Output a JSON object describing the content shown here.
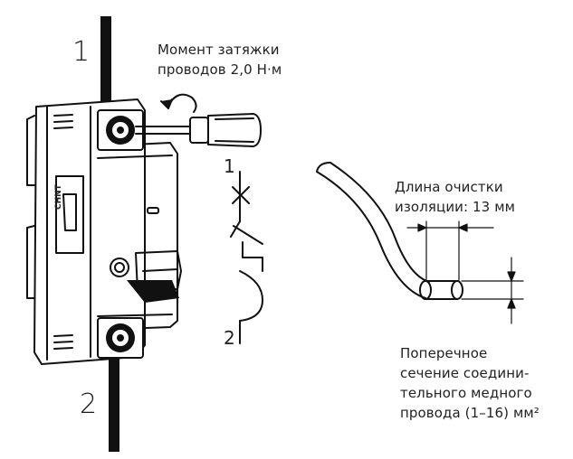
{
  "labels": {
    "terminal_top": "1",
    "terminal_bottom": "2",
    "torque_line1": "Момент затяжки",
    "torque_line2": "проводов 2,0 Н·м",
    "schematic_top": "1",
    "schematic_bottom": "2",
    "strip_line1": "Длина очистки",
    "strip_line2": "изоляции: 13 мм",
    "section_line1": "Поперечное",
    "section_line2": "сечение соедини-",
    "section_line3": "тельного медного",
    "section_line4": "провода (1–16) мм²",
    "brand": "CHNT"
  },
  "colors": {
    "stroke": "#111111",
    "text": "#222222",
    "background": "#ffffff"
  }
}
